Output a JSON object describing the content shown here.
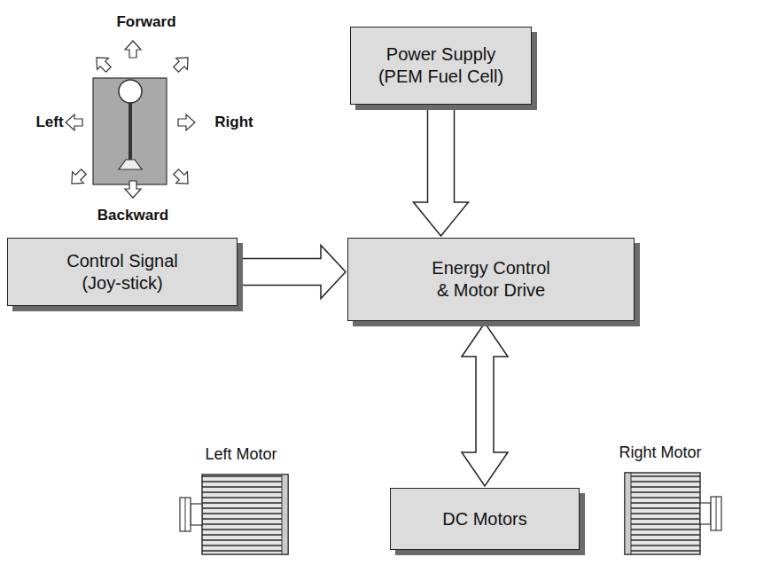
{
  "diagram": {
    "nodes": [
      {
        "text": [
          "Power Supply (PEM Fuel Cell)"
        ]
      },
      {
        "text": [
          "Control Signal (Joy-stick)"
        ]
      },
      {
        "text": [
          "Energy Control & Motor Drive"
        ]
      },
      {
        "text": [
          "DC Motors"
        ]
      }
    ],
    "edges": [
      {
        "from": 0,
        "to": 2,
        "arrow": "to"
      },
      {
        "from": 1,
        "to": 2,
        "arrow": "to"
      },
      {
        "from": 2,
        "to": 3,
        "arrow": "both"
      }
    ],
    "labels": [
      "Forward",
      "Left",
      "Right",
      "Backward",
      "Left Motor",
      "Right Motor"
    ]
  }
}
